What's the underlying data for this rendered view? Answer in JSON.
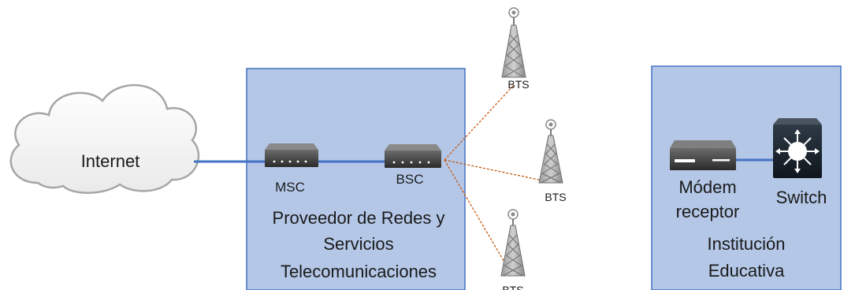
{
  "internet": {
    "label": "Internet"
  },
  "provider": {
    "title_lines": [
      "Proveedor de Redes y",
      "Servicios",
      "Telecomunicaciones"
    ],
    "msc_label": "MSC",
    "bsc_label": "BSC"
  },
  "towers": [
    {
      "label": "BTS"
    },
    {
      "label": "BTS"
    },
    {
      "label": "BTS"
    }
  ],
  "institution": {
    "title_lines": [
      "Institución",
      "Educativa"
    ],
    "modem_label_lines": [
      "Módem",
      "receptor"
    ],
    "switch_label": "Switch"
  },
  "colors": {
    "box_fill": "#b4c7e7",
    "box_stroke": "#4472c4",
    "link_blue": "#4472c4",
    "wireless_orange": "#c55a11",
    "cloud_fill": "#ffffff",
    "cloud_stroke": "#a6a6a6"
  }
}
